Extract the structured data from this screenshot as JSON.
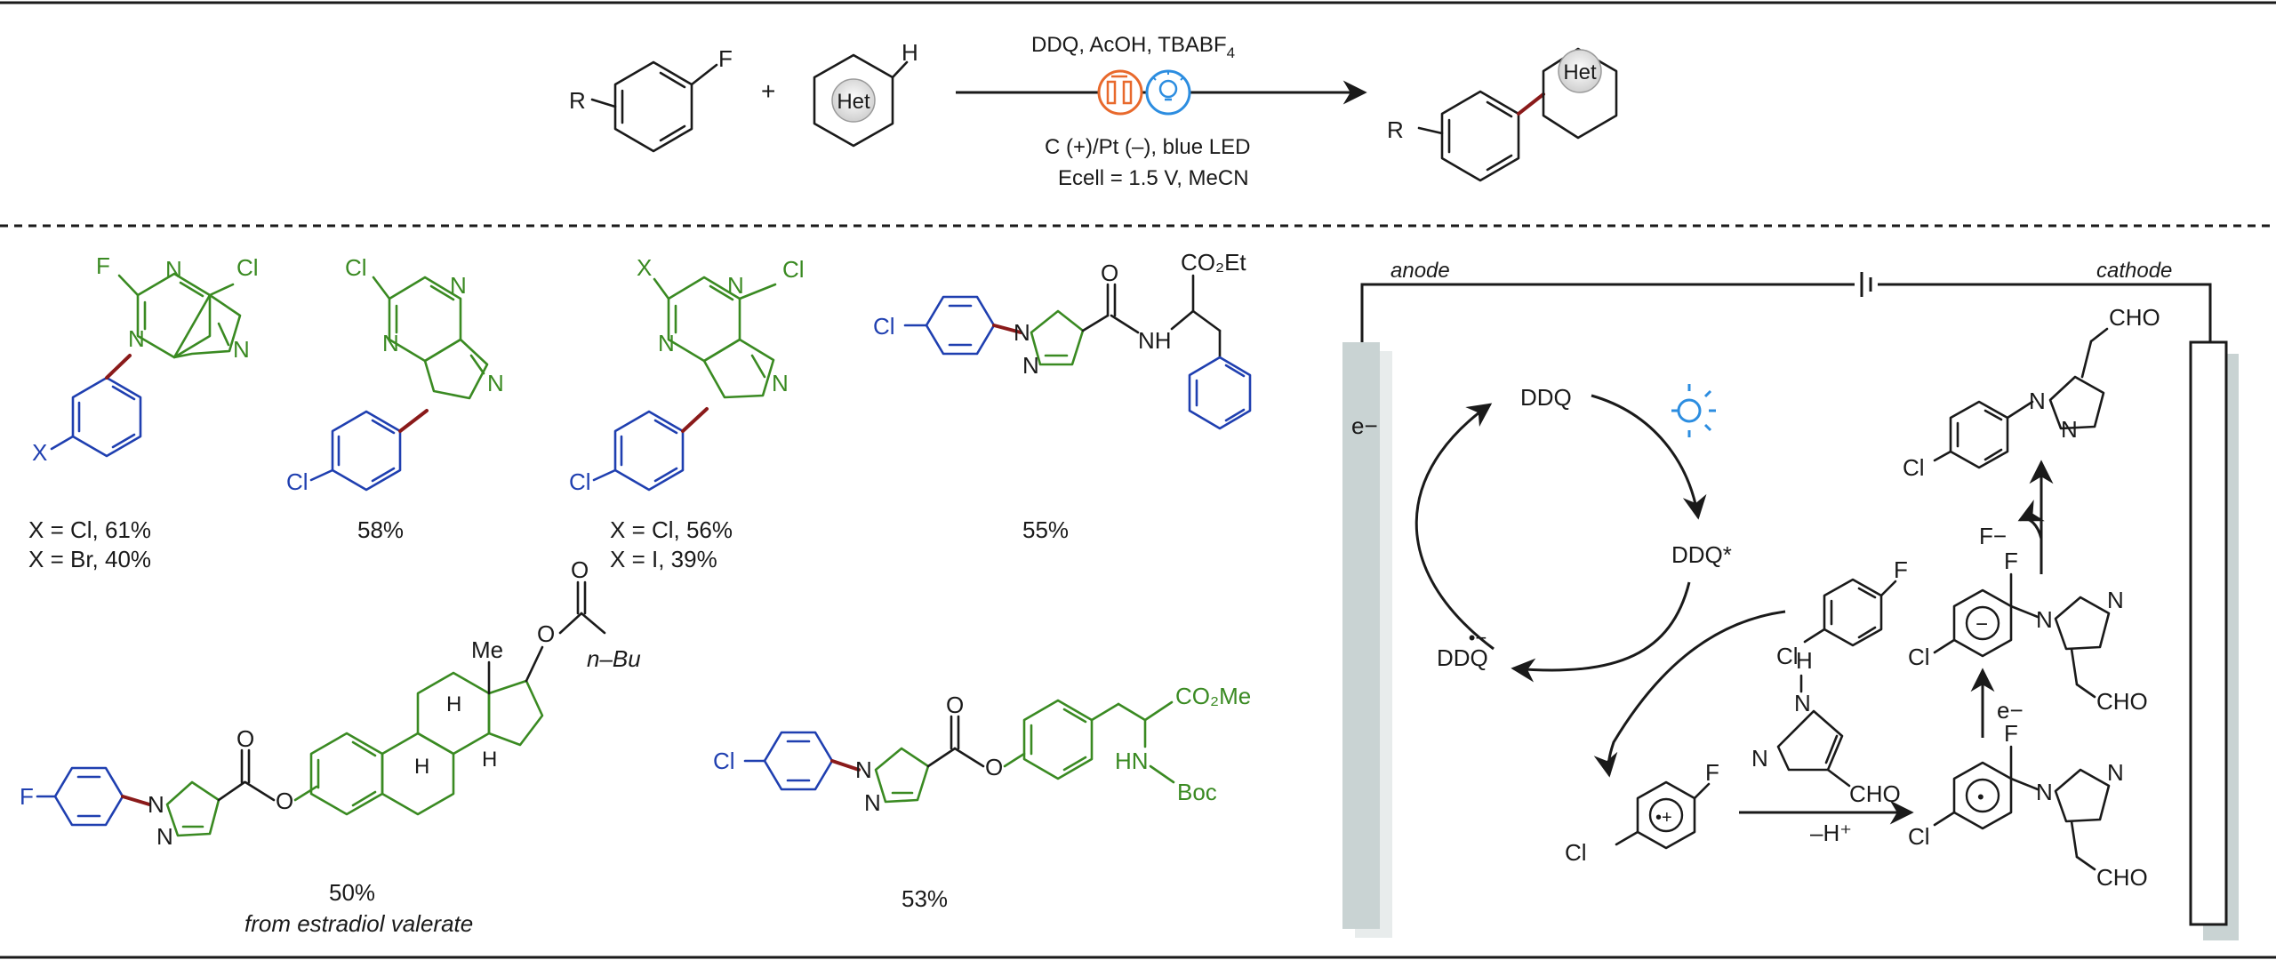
{
  "reaction": {
    "substituent_r": "R",
    "fluorine": "F",
    "plus": "+",
    "hydrogen": "H",
    "het": "Het",
    "conditions_top_main": "DDQ, AcOH, TBABF",
    "conditions_top_sub": "4",
    "conditions_bottom_1": "C (+)/Pt (–), blue LED",
    "conditions_bottom_2": "Ecell = 1.5 V, MeCN"
  },
  "products": [
    {
      "label_1": "X = Cl, 61%",
      "label_2": "X = Br, 40%"
    },
    {
      "label_1": "58%"
    },
    {
      "label_1": "X = Cl, 56%",
      "label_2": "X = I, 39%"
    },
    {
      "label_1": "55%"
    },
    {
      "label_1": "50%",
      "label_2": "from estradiol valerate"
    },
    {
      "label_1": "53%"
    }
  ],
  "atoms": {
    "F": "F",
    "Cl": "Cl",
    "Br": "Br",
    "X": "X",
    "N": "N",
    "O": "O",
    "H": "H",
    "Me": "Me",
    "nBu": "n–Bu",
    "CO2Et": "CO₂Et",
    "CO2Me": "CO₂Me",
    "Boc": "Boc",
    "HN": "HN",
    "NH": "NH",
    "CHO": "CHO"
  },
  "mechanism": {
    "anode": "anode",
    "cathode": "cathode",
    "electron": "e−",
    "ddq": "DDQ",
    "ddq_excited": "DDQ*",
    "ddq_radical_anion": "DDQ",
    "radical_anion_mark": "•−",
    "radical_cation_mark": "•+",
    "fluoride": "F−",
    "proton_loss": "–H⁺",
    "minus_mark": "−",
    "radical_mark": "•"
  }
}
